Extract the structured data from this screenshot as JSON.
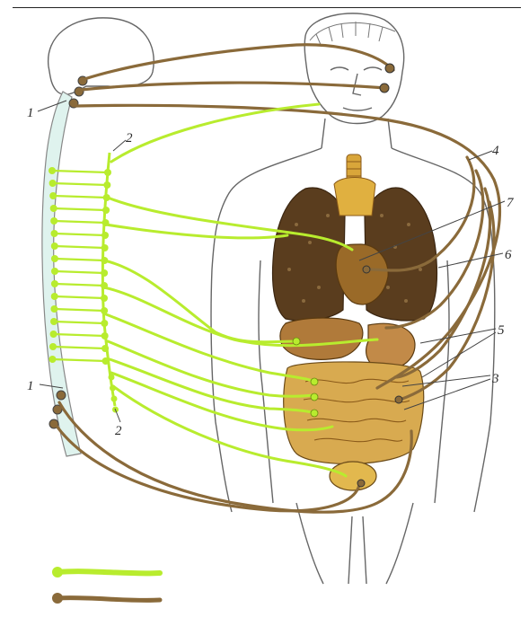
{
  "labels": {
    "l1_top": "1",
    "l1_bottom": "1",
    "l2_top": "2",
    "l2_bottom": "2",
    "l3": "3",
    "l4": "4",
    "l5": "5",
    "l6": "6",
    "l7": "7"
  },
  "colors": {
    "sympathetic": "#b8ec2e",
    "parasympathetic": "#8a6a3a",
    "outline": "#555555",
    "lung": "#5a3d1e",
    "organ": "#c89a3a"
  },
  "legend": [
    {
      "color": "#b8ec2e"
    },
    {
      "color": "#8a6a3a"
    }
  ]
}
